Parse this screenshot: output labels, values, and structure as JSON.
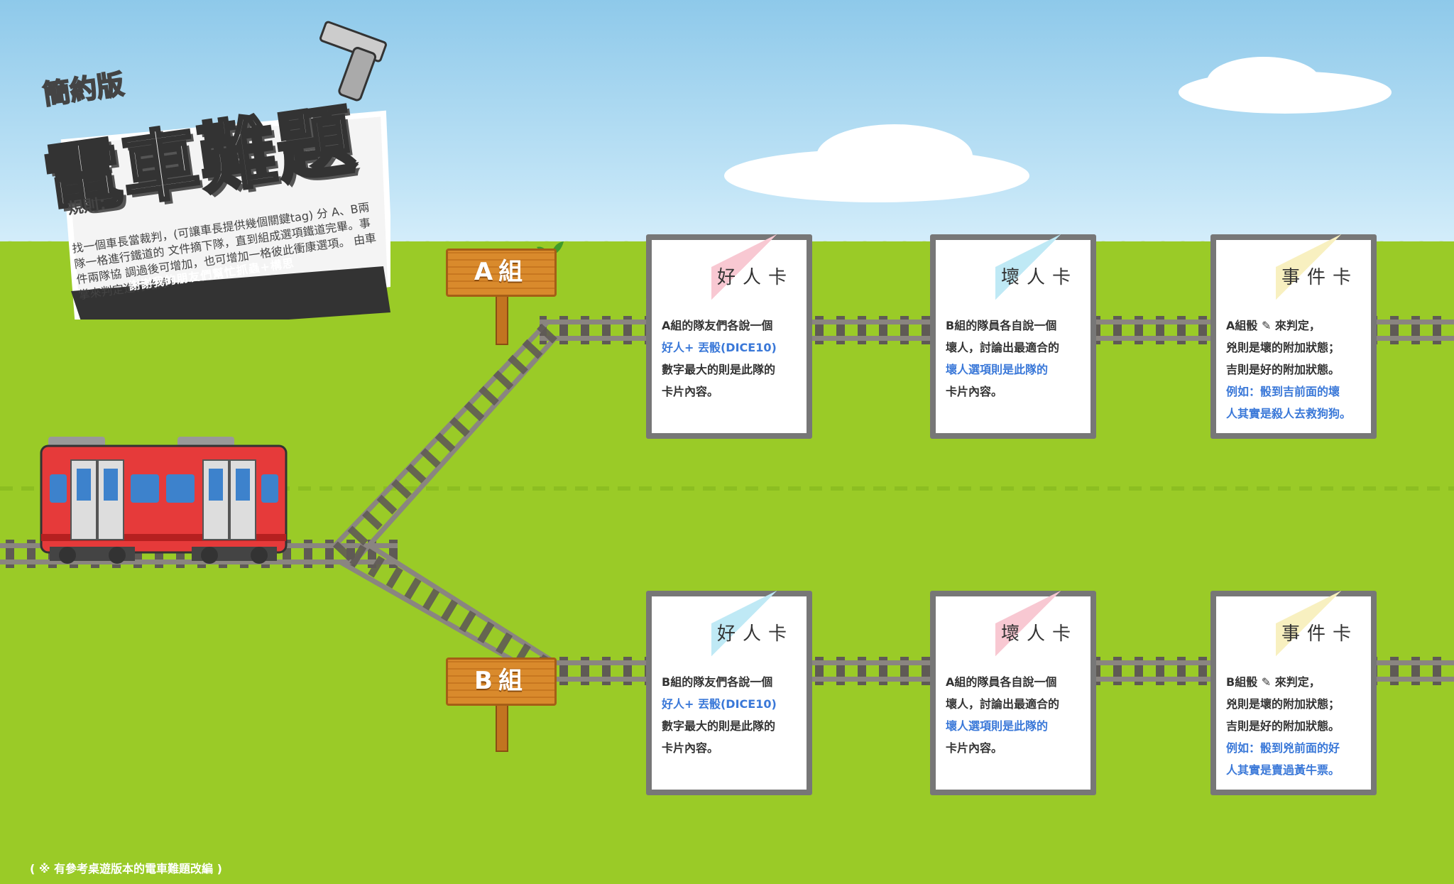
{
  "title": {
    "edition": "簡約版",
    "main": "電車難題",
    "rules_label": "規則：",
    "rules_text": "找一個車長當裁判，(可讓車長提供幾個關鍵tag) 分 A、B兩隊一格進行鐵道的 文件摘下隊，直到組成選項鐵道完畢。事件兩隊協 調過後可增加，也可增加一格彼此衝康選項。 由車掌來判定進行路線！",
    "thanks": "謝謝我的朋友們幫忙抓蟲+構思"
  },
  "signs": {
    "a": "A組",
    "b": "B組"
  },
  "cards": [
    {
      "title": "好人卡",
      "color": "#f8c8d2",
      "parts": [
        {
          "t": "A組的隊友們各說一個",
          "hl": false
        },
        {
          "t": "好人+ 丟骰(DICE10)",
          "hl": true
        },
        {
          "t": "數字最大的則是此隊的",
          "hl": false
        },
        {
          "t": "卡片內容。",
          "hl": false
        }
      ]
    },
    {
      "title": "壞人卡",
      "color": "#bfe9f5",
      "parts": [
        {
          "t": "B組的隊員各自說一個",
          "hl": false
        },
        {
          "t": "壞人，討論出最適合的",
          "hl": false
        },
        {
          "t": "壞人選項則是此隊的",
          "hl": true
        },
        {
          "t": "卡片內容。",
          "hl": false
        }
      ]
    },
    {
      "title": "事件卡",
      "color": "#f8f0c0",
      "parts": [
        {
          "t": "A組骰 ✎ 來判定，",
          "hl": false
        },
        {
          "t": "兇則是壞的附加狀態；",
          "hl": false
        },
        {
          "t": "吉則是好的附加狀態。",
          "hl": false
        },
        {
          "t": "例如：骰到吉前面的壞",
          "hl": true
        },
        {
          "t": "人其實是殺人去救狗狗。",
          "hl": true
        }
      ]
    },
    {
      "title": "好人卡",
      "color": "#bfe9f5",
      "parts": [
        {
          "t": "B組的隊友們各說一個",
          "hl": false
        },
        {
          "t": "好人+ 丟骰(DICE10)",
          "hl": true
        },
        {
          "t": "數字最大的則是此隊的",
          "hl": false
        },
        {
          "t": "卡片內容。",
          "hl": false
        }
      ]
    },
    {
      "title": "壞人卡",
      "color": "#f8c8d2",
      "parts": [
        {
          "t": "A組的隊員各自說一個",
          "hl": false
        },
        {
          "t": "壞人，討論出最適合的",
          "hl": false
        },
        {
          "t": "壞人選項則是此隊的",
          "hl": true
        },
        {
          "t": "卡片內容。",
          "hl": false
        }
      ]
    },
    {
      "title": "事件卡",
      "color": "#f8f0c0",
      "parts": [
        {
          "t": "B組骰 ✎ 來判定，",
          "hl": false
        },
        {
          "t": "兇則是壞的附加狀態；",
          "hl": false
        },
        {
          "t": "吉則是好的附加狀態。",
          "hl": false
        },
        {
          "t": "例如：骰到兇前面的好",
          "hl": true
        },
        {
          "t": "人其實是賣過黃牛票。",
          "hl": true
        }
      ]
    }
  ],
  "note": "( ※ 有參考桌遊版本的電車難題改編 )",
  "colors": {
    "highlight": "#3a78d8",
    "train": "#e63a3a",
    "grass": "#9acb27"
  }
}
